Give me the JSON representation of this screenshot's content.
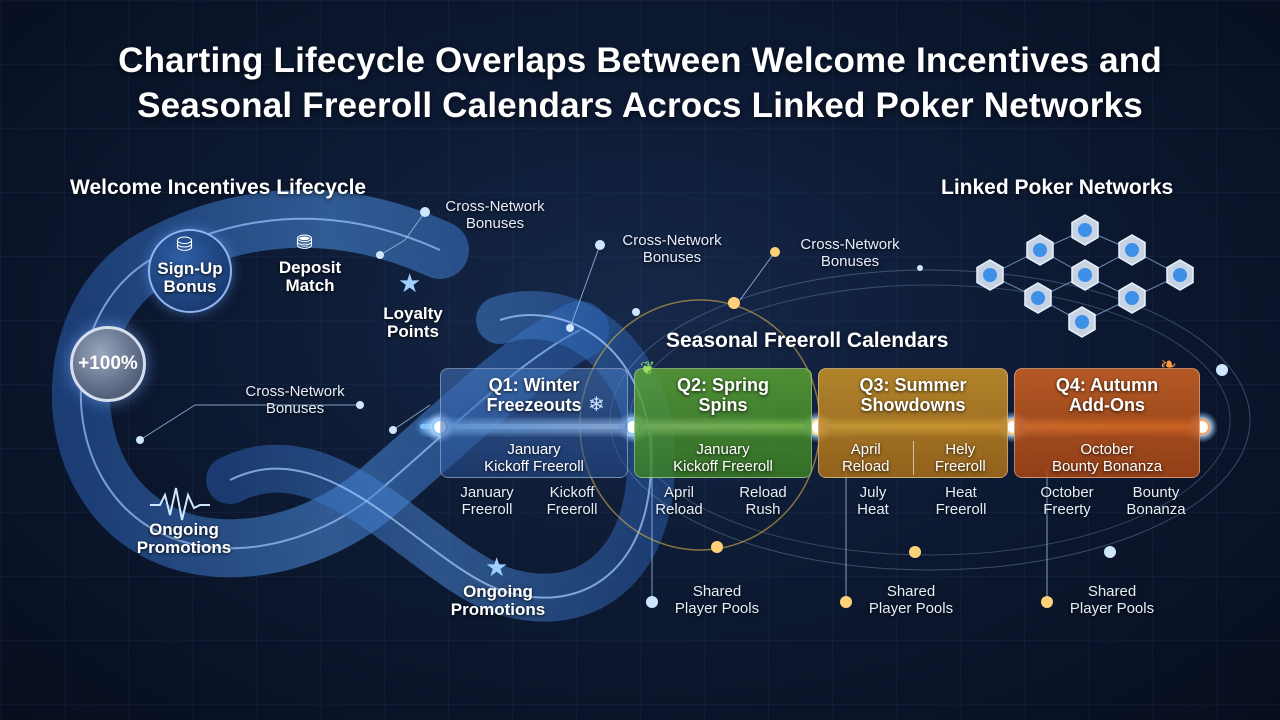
{
  "title_line1": "Charting Lifecycle Overlaps Between Welcome Incentives and",
  "title_line2": "Seasonal Freeroll Calendars Acrocs Linked Poker Networks",
  "welcome": {
    "heading": "Welcome Incentives Lifecycle",
    "badge": "+100%",
    "signup_line1": "Sign-Up",
    "signup_line2": "Bonus",
    "deposit_line1": "Deposit",
    "deposit_line2": "Match",
    "loyalty_line1": "Loyalty",
    "loyalty_line2": "Points",
    "ongoing_left_line1": "Ongoing",
    "ongoing_left_line2": "Promotions",
    "ongoing_bottom_line1": "Ongoing",
    "ongoing_bottom_line2": "Promotions"
  },
  "cross_network": {
    "line1": "Cross-Network",
    "line2": "Bonuses"
  },
  "networks_heading": "Linked Poker Networks",
  "seasonal_heading": "Seasonal Freeroll Calendars",
  "quarters": [
    {
      "title_line1": "Q1: Winter",
      "title_line2": "Freezeouts",
      "sub_line1": "January",
      "sub_line2": "Kickoff Freeroll",
      "below": [
        {
          "l1": "January",
          "l2": "Freeroll"
        },
        {
          "l1": "Kickoff",
          "l2": "Freeroll"
        }
      ]
    },
    {
      "title_line1": "Q2: Spring",
      "title_line2": "Spins",
      "sub_line1": "January",
      "sub_line2": "Kickoff Freeroll",
      "below": [
        {
          "l1": "April",
          "l2": "Reload"
        },
        {
          "l1": "Reload",
          "l2": "Rush"
        }
      ]
    },
    {
      "title_line1": "Q3: Summer",
      "title_line2": "Showdowns",
      "sub_a_line1": "April",
      "sub_a_line2": "Reload",
      "sub_b_line1": "Hely",
      "sub_b_line2": "Freeroll",
      "below": [
        {
          "l1": "July",
          "l2": "Heat"
        },
        {
          "l1": "Heat",
          "l2": "Freeroll"
        }
      ]
    },
    {
      "title_line1": "Q4: Autumn",
      "title_line2": "Add-Ons",
      "sub_line1": "October",
      "sub_line2": "Bounty Bonanza",
      "below": [
        {
          "l1": "October",
          "l2": "Freerty"
        },
        {
          "l1": "Bounty",
          "l2": "Bonanza"
        }
      ]
    }
  ],
  "shared_pools": {
    "line1": "Shared",
    "line2": "Player Pools"
  },
  "colors": {
    "blue": "#3d7fd6",
    "green": "#5aa52a",
    "orange_q3": "#c98a1c",
    "orange_q4": "#c9561c",
    "glow": "#bfe3ff"
  }
}
